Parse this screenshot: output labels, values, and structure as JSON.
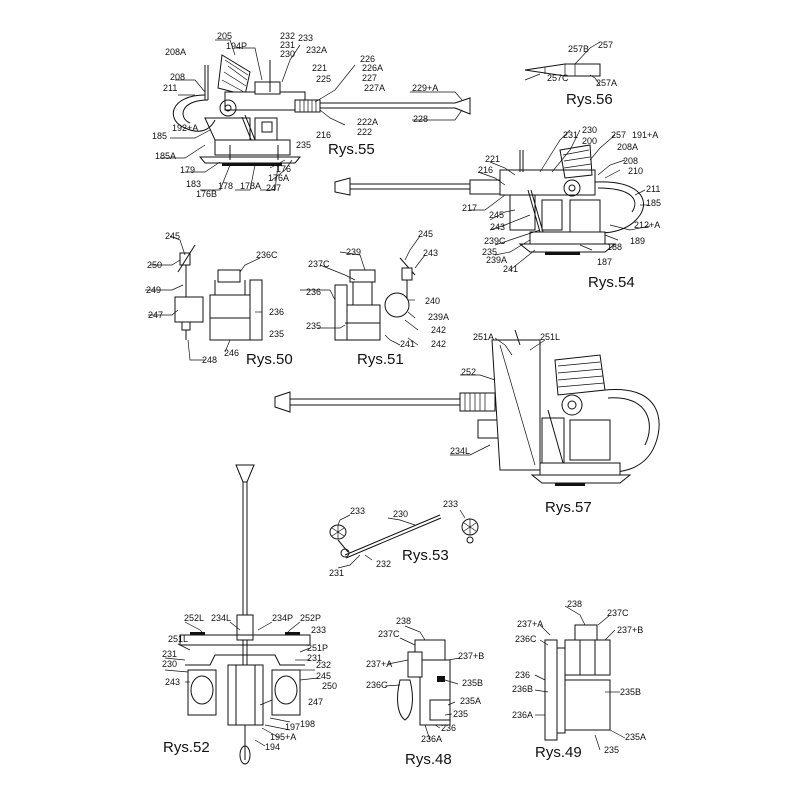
{
  "figures": [
    {
      "title": "Rys.55",
      "callouts": [
        "205",
        "194P",
        "232",
        "231",
        "230",
        "233",
        "232A",
        "208A",
        "226",
        "226A",
        "221",
        "225",
        "227",
        "227A",
        "229+A",
        "208",
        "211",
        "192+A",
        "222A",
        "222",
        "228",
        "185",
        "216",
        "235",
        "185A",
        "179",
        "183",
        "176B",
        "178",
        "178A",
        "247",
        "176",
        "176A",
        "180"
      ]
    },
    {
      "title": "Rys.56",
      "callouts": [
        "257B",
        "257",
        "257C",
        "257A"
      ]
    },
    {
      "title": "Rys.54",
      "callouts": [
        "231",
        "230",
        "200",
        "257",
        "191+A",
        "208A",
        "221",
        "216",
        "208",
        "210",
        "211",
        "185",
        "217",
        "245",
        "212+A",
        "243",
        "239C",
        "188",
        "189",
        "235",
        "239A",
        "241",
        "187"
      ]
    },
    {
      "title": "Rys.50",
      "callouts": [
        "245",
        "236C",
        "250",
        "249",
        "247",
        "236",
        "235",
        "246",
        "248"
      ]
    },
    {
      "title": "Rys.51",
      "callouts": [
        "245",
        "243",
        "239",
        "237C",
        "236",
        "240",
        "235",
        "239A",
        "242",
        "241",
        "242"
      ]
    },
    {
      "title": "Rys.57",
      "callouts": [
        "251A",
        "251L",
        "252",
        "234L"
      ]
    },
    {
      "title": "Rys.53",
      "callouts": [
        "233",
        "230",
        "233",
        "231",
        "232"
      ]
    },
    {
      "title": "Rys.52",
      "callouts": [
        "252L",
        "234L",
        "234P",
        "252P",
        "233",
        "251L",
        "251P",
        "231",
        "231",
        "230",
        "232",
        "245",
        "243",
        "250",
        "247",
        "197",
        "198",
        "195+A",
        "194"
      ]
    },
    {
      "title": "Rys.48",
      "callouts": [
        "238",
        "237C",
        "237+A",
        "237+B",
        "236C",
        "235B",
        "235A",
        "235",
        "236",
        "236A"
      ]
    },
    {
      "title": "Rys.49",
      "callouts": [
        "238",
        "237C",
        "237+A",
        "237+B",
        "236C",
        "236",
        "236B",
        "235B",
        "236A",
        "235A",
        "235"
      ]
    }
  ]
}
